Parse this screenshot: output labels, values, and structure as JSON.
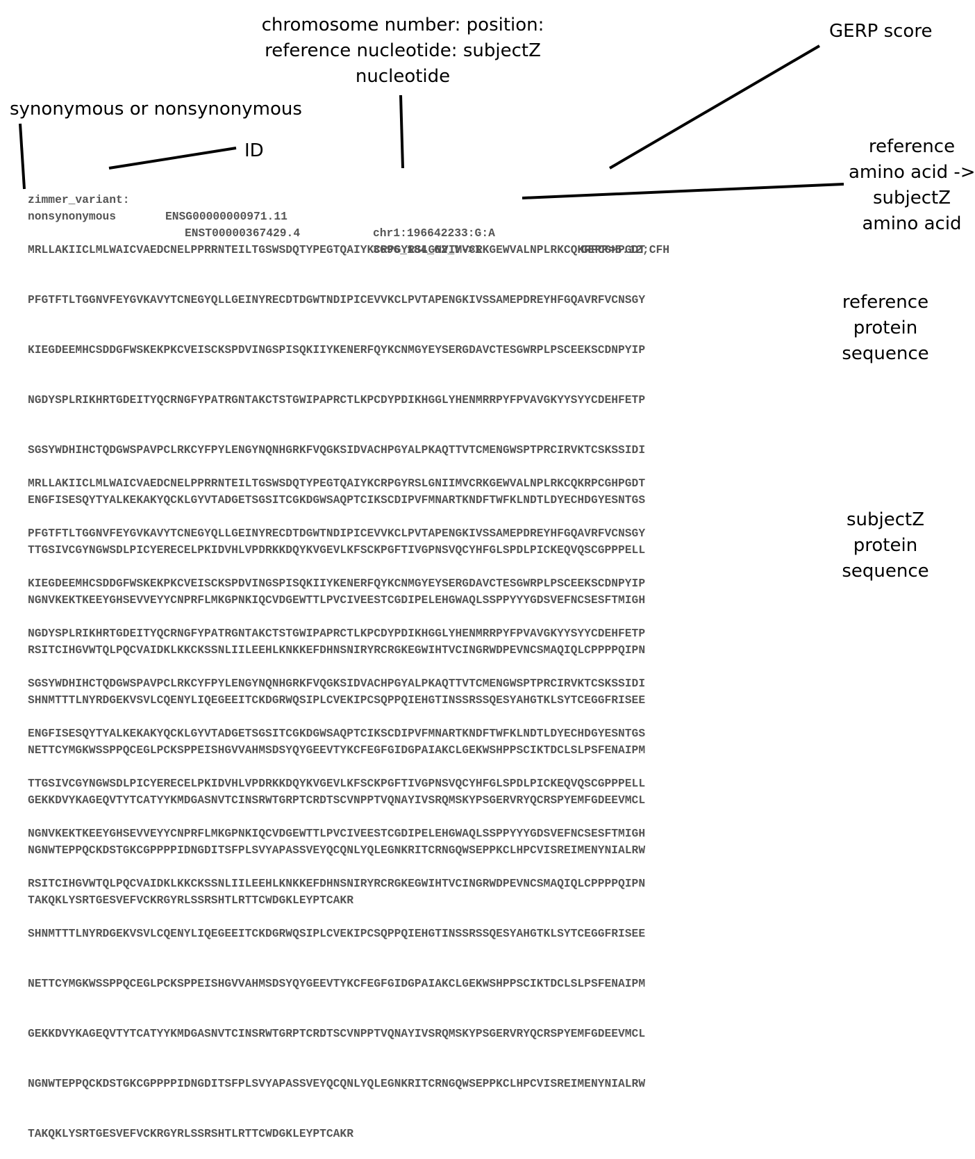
{
  "annotations": {
    "chrom_pos": [
      "chromosome number: position:",
      "reference nucleotide: subjectZ",
      "nucleotide"
    ],
    "gerp": "GERP score",
    "syn": "synonymous or nonsynonymous",
    "id": "ID",
    "ref_aa": [
      "reference",
      "amino acid ->",
      "subjectZ",
      "amino acid"
    ],
    "ref_protein": [
      "reference",
      "protein",
      "sequence"
    ],
    "subj_protein": [
      "subjectZ",
      "protein",
      "sequence"
    ]
  },
  "record": {
    "line1": {
      "label": "zimmer_variant:",
      "gene_id": "ENSG00000000971.11",
      "position": "chr1:196642233:G:A",
      "gerp": "GERP=5.12;CFH"
    },
    "line2": {
      "label": "nonsynonymous",
      "transcript_id": "ENST00000367429.4",
      "change": "3696_184_62_V->I"
    }
  },
  "reference_sequence": [
    "MRLLAKIICLMLWAICVAEDCNELPPRRNTEILTGSWSDQTYPEGTQAIYKCRPGYRSLGNVIMVCRKGEWVALNPLRKCQKRPCGHPGDT",
    "PFGTFTLTGGNVFEYGVKAVYTCNEGYQLLGEINYRECDTDGWTNDIPICEVVKCLPVTAPENGKIVSSAMEPDREYHFGQAVRFVCNSGY",
    "KIEGDEEMHCSDDGFWSKEKPKCVEISCKSPDVINGSPISQKIIYKENERFQYKCNMGYEYSERGDAVCTESGWRPLPSCEEKSCDNPYIP",
    "NGDYSPLRIKHRTGDEITYQCRNGFYPATRGNTAKCTSTGWIPAPRCTLKPCDYPDIKHGGLYHENMRRPYFPVAVGKYYSYYCDEHFETP",
    "SGSYWDHIHCTQDGWSPAVPCLRKCYFPYLENGYNQNHGRKFVQGKSIDVACHPGYALPKAQTTVTCMENGWSPTPRCIRVKTCSKSSIDI",
    "ENGFISESQYTYALKEKAKYQCKLGYVTADGETSGSITCGKDGWSAQPTCIKSCDIPVFMNARTKNDFTWFKLNDTLDYECHDGYESNTGS",
    "TTGSIVCGYNGWSDLPICYERECELPKIDVHLVPDRKKDQYKVGEVLKFSCKPGFTIVGPNSVQCYHFGLSPDLPICKEQVQSCGPPPELL",
    "NGNVKEKTKEEYGHSEVVEYYCNPRFLMKGPNKIQCVDGEWTTLPVCIVEESTCGDIPELEHGWAQLSSPPYYYGDSVEFNCSESFTMIGH",
    "RSITCIHGVWTQLPQCVAIDKLKKCKSSNLIILEEHLKNKKEFDHNSNIRYRCRGKEGWIHTVCINGRWDPEVNCSMAQIQLCPPPPQIPN",
    "SHNMTTTLNYRDGEKVSVLCQENYLIQEGEEITCKDGRWQSIPLCVEKIPCSQPPQIEHGTINSSRSSQESYAHGTKLSYTCEGGFRISEE",
    "NETTCYMGKWSSPPQCEGLPCKSPPEISHGVVAHMSDSYQYGEEVTYKCFEGFGIDGPAIAKCLGEKWSHPPSCIKTDCLSLPSFENAIPM",
    "GEKKDVYKAGEQVTYTCATYYKMDGASNVTCINSRWTGRPTCRDTSCVNPPTVQNAYIVSRQMSKYPSGERVRYQCRSPYEMFGDEEVMCL",
    "NGNWTEPPQCKDSTGKCGPPPPIDNGDITSFPLSVYAPASSVEYQCQNLYQLEGNKRITCRNGQWSEPPKCLHPCVISREIMENYNIALRW",
    "TAKQKLYSRTGESVEFVCKRGYRLSSRSHTLRTTCWDGKLEYPTCAKR"
  ],
  "subject_sequence": [
    "MRLLAKIICLMLWAICVAEDCNELPPRRNTEILTGSWSDQTYPEGTQAIYKCRPGYRSLGNIIMVCRKGEWVALNPLRKCQKRPCGHPGDT",
    "PFGTFTLTGGNVFEYGVKAVYTCNEGYQLLGEINYRECDTDGWTNDIPICEVVKCLPVTAPENGKIVSSAMEPDREYHFGQAVRFVCNSGY",
    "KIEGDEEMHCSDDGFWSKEKPKCVEISCKSPDVINGSPISQKIIYKENERFQYKCNMGYEYSERGDAVCTESGWRPLPSCEEKSCDNPYIP",
    "NGDYSPLRIKHRTGDEITYQCRNGFYPATRGNTAKCTSTGWIPAPRCTLKPCDYPDIKHGGLYHENMRRPYFPVAVGKYYSYYCDEHFETP",
    "SGSYWDHIHCTQDGWSPAVPCLRKCYFPYLENGYNQNHGRKFVQGKSIDVACHPGYALPKAQTTVTCMENGWSPTPRCIRVKTCSKSSIDI",
    "ENGFISESQYTYALKEKAKYQCKLGYVTADGETSGSITCGKDGWSAQPTCIKSCDIPVFMNARTKNDFTWFKLNDTLDYECHDGYESNTGS",
    "TTGSIVCGYNGWSDLPICYERECELPKIDVHLVPDRKKDQYKVGEVLKFSCKPGFTIVGPNSVQCYHFGLSPDLPICKEQVQSCGPPPELL",
    "NGNVKEKTKEEYGHSEVVEYYCNPRFLMKGPNKIQCVDGEWTTLPVCIVEESTCGDIPELEHGWAQLSSPPYYYGDSVEFNCSESFTMIGH",
    "RSITCIHGVWTQLPQCVAIDKLKKCKSSNLIILEEHLKNKKEFDHNSNIRYRCRGKEGWIHTVCINGRWDPEVNCSMAQIQLCPPPPQIPN",
    "SHNMTTTLNYRDGEKVSVLCQENYLIQEGEEITCKDGRWQSIPLCVEKIPCSQPPQIEHGTINSSRSSQESYAHGTKLSYTCEGGFRISEE",
    "NETTCYMGKWSSPPQCEGLPCKSPPEISHGVVAHMSDSYQYGEEVTYKCFEGFGIDGPAIAKCLGEKWSHPPSCIKTDCLSLPSFENAIPM",
    "GEKKDVYKAGEQVTYTCATYYKMDGASNVTCINSRWTGRPTCRDTSCVNPPTVQNAYIVSRQMSKYPSGERVRYQCRSPYEMFGDEEVMCL",
    "NGNWTEPPQCKDSTGKCGPPPPIDNGDITSFPLSVYAPASSVEYQCQNLYQLEGNKRITCRNGQWSEPPKCLHPCVISREIMENYNIALRW",
    "TAKQKLYSRTGESVEFVCKRGYRLSSRSHTLRTTCWDGKLEYPTCAKR"
  ]
}
